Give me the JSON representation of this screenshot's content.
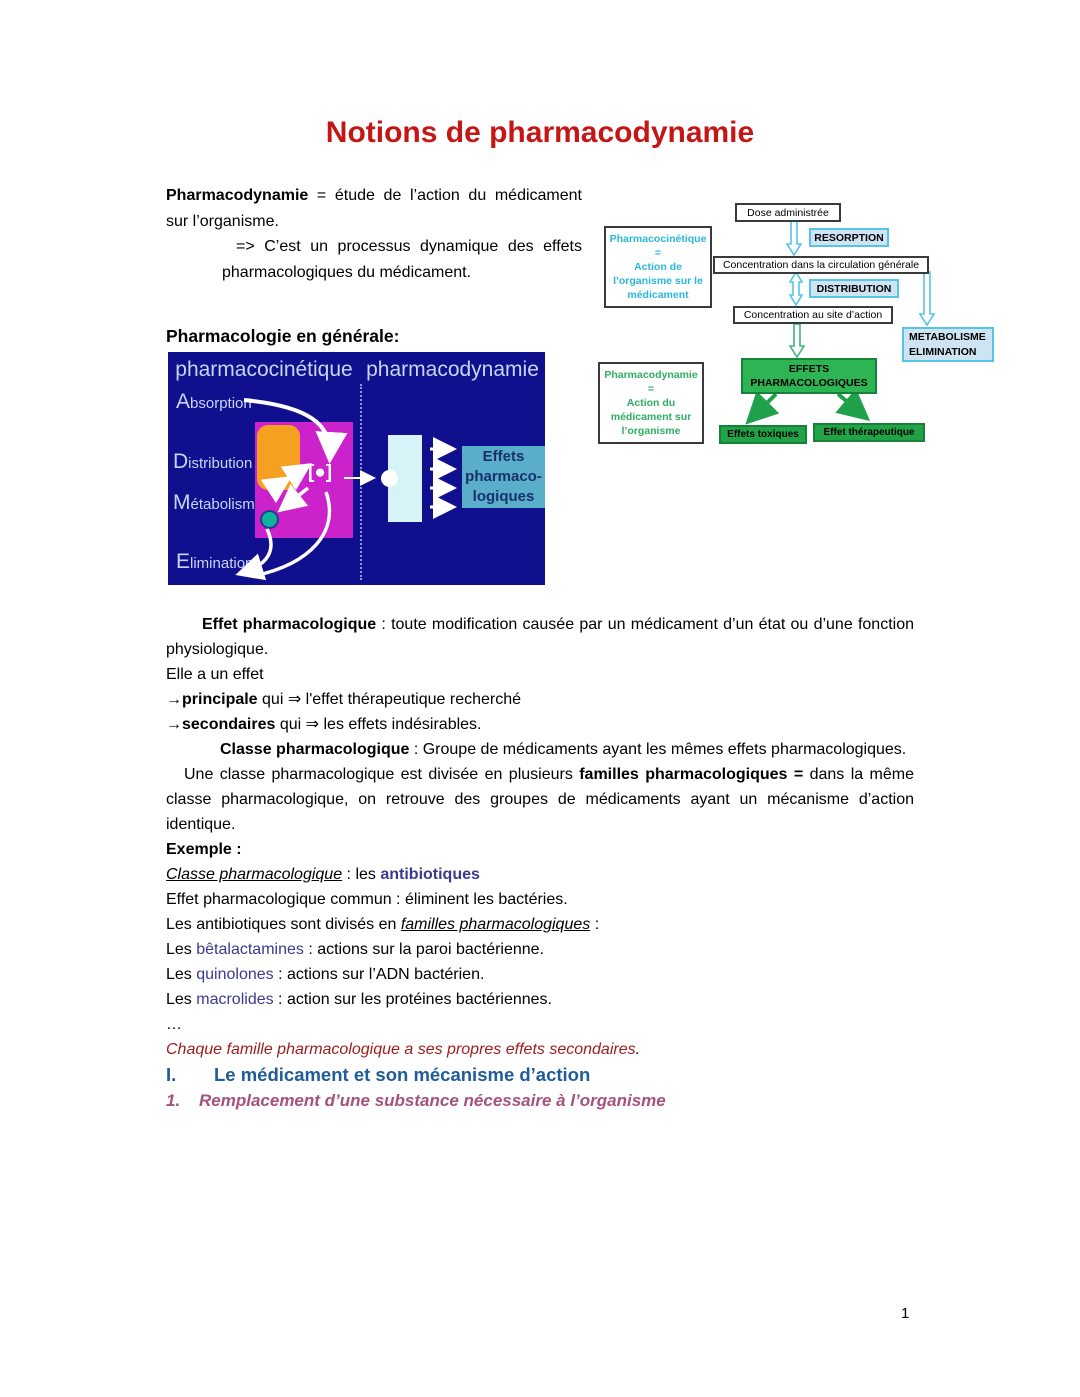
{
  "page": {
    "title": "Notions de pharmacodynamie",
    "page_number": "1"
  },
  "colors": {
    "title_red": "#c51616",
    "term_indigo": "#3b3a8f",
    "note_red": "#9e1c1c",
    "heading_blue": "#1f5c99",
    "heading_plum": "#a5527d",
    "flow_lightblue": "#cfe4f3",
    "flow_cyan_border": "#56c4e6",
    "flow_green": "#2db553",
    "flow_green_dark": "#21a447",
    "flow_green_border": "#17813a",
    "pk_cyan": "#2ab6dc",
    "pd_green": "#2fae62",
    "adme_navy": "#10108e",
    "adme_magenta": "#cc22cc",
    "adme_orange": "#f5a020",
    "adme_teal_box": "#5aaec9"
  },
  "intro": {
    "lead_bold": "Pharmacodynamie",
    "lead_rest": " = étude de l’action du médicament sur l’organisme.",
    "line2": "=> C’est un processus dynamique des effets pharmacologiques du médicament."
  },
  "flow": {
    "dose": "Dose administrée",
    "resorption": "RESORPTION",
    "conc_circ": "Concentration dans la circulation générale",
    "distribution": "DISTRIBUTION",
    "conc_site": "Concentration au site d’action",
    "metab_l1": "METABOLISME",
    "metab_l2": "ELIMINATION",
    "effets_l1": "EFFETS",
    "effets_l2": "PHARMACOLOGIQUES",
    "toxiques": "Effets toxiques",
    "therapeutique": "Effet thérapeutique",
    "pk_box": {
      "l1": "Pharmacocinétique",
      "l2": "=",
      "l3": "Action de",
      "l4": "l’organisme sur le",
      "l5": "médicament"
    },
    "pd_box": {
      "l1": "Pharmacodynamie",
      "l2": "=",
      "l3": "Action du",
      "l4": "médicament sur",
      "l5": "l’organisme"
    }
  },
  "pharmacology_heading": "Pharmacologie en générale:",
  "adme": {
    "left_header": "pharmacocinétique",
    "right_header": "pharmacodynamie",
    "labels": [
      {
        "cap": "A",
        "rest": "bsorption"
      },
      {
        "cap": "D",
        "rest": "istribution"
      },
      {
        "cap": "M",
        "rest": "étabolisme"
      },
      {
        "cap": "E",
        "rest": "limination"
      }
    ],
    "receptor_symbol": "[●]",
    "effects_box": {
      "l1": "Effets",
      "l2": "pharmaco-",
      "l3": "logiques"
    }
  },
  "sections": {
    "effet": {
      "bold": "Effet pharmacologique",
      "rest": " : toute modification causée par un médicament d’un état ou d’une fonction physiologique.",
      "intro": "Elle a un effet",
      "item1_prefix": "→",
      "item1_bold": "principale",
      "item1_rest": " qui ⇒ l'effet thérapeutique recherché",
      "item2_prefix": "→",
      "item2_bold": "secondaires",
      "item2_rest": " qui ⇒ les effets indésirables."
    },
    "classe": {
      "bold": "Classe pharmacologique",
      "rest": " : Groupe de médicaments ayant les mêmes effets pharmacologiques.",
      "p2_start": "Une classe pharmacologique est divisée en plusieurs ",
      "p2_bold": "familles pharmacologiques =",
      "p2_rest": " dans la même classe pharmacologique, on retrouve des groupes de médicaments ayant un mécanisme d’action identique."
    },
    "exemple": {
      "heading": "Exemple :",
      "l1_italic": "Classe pharmacologique",
      "l1_mid": " : les ",
      "l1_term": "antibiotiques",
      "l2": "Effet pharmacologique commun : éliminent les bactéries.",
      "l3_start": "Les antibiotiques sont divisés en ",
      "l3_italic": "familles pharmacologiques",
      "l3_end": " :",
      "fam_prefix": "Les ",
      "fam1_term": "bêtalactamines",
      "fam1_rest": " : actions sur la paroi bactérienne.",
      "fam2_term": "quinolones",
      "fam2_rest": " : actions sur l’ADN bactérien.",
      "fam3_term": "macrolides",
      "fam3_rest": " : action sur les protéines bactériennes.",
      "ellipsis": "…",
      "note": "Chaque famille pharmacologique a ses propres effets secondaires",
      "note_end": "."
    },
    "headings": {
      "h1_num": "I.",
      "h1_text": "Le médicament et son mécanisme d’action",
      "h2_num": "1.",
      "h2_text": "Remplacement d’une substance nécessaire à l’organisme"
    }
  }
}
